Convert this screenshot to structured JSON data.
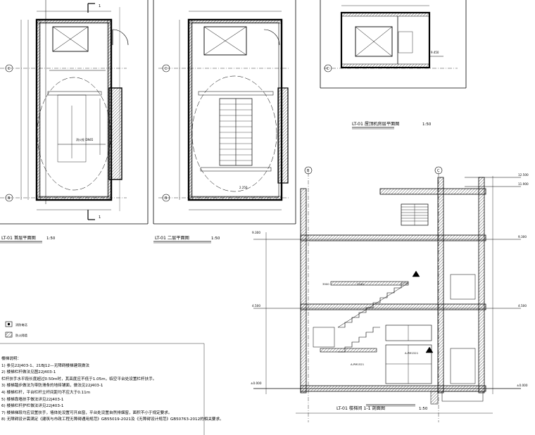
{
  "titles": {
    "plan1": "LT-01 首层平面图",
    "plan2": "LT-01 二层平面图",
    "plan3": "LT-01 屋顶机房层平面图",
    "section": "LT-01 楼梯间 1-1 剖面图",
    "scale_plan1": "1:50",
    "scale_plan2": "1:50",
    "scale_plan3": "1:50",
    "scale_section": "1:50"
  },
  "axes": {
    "c": "C",
    "b": "B",
    "section_mark": "1"
  },
  "levels": [
    "12.500",
    "11.900",
    "9.300",
    "4.500",
    "±0.000"
  ],
  "legend": [
    {
      "label": "消防电话"
    },
    {
      "label": "防火隔墙"
    }
  ],
  "notes": {
    "title": "楼梯说明：",
    "items": [
      "1) 参见22J403-1、21BJ12—无障碍楼梯建筑做法",
      "2) 楼梯栏杆做法见图22J403-1",
      "   栏杆扶手水平段长度超过0.50m时，其高度应不低于1.05m，临空平台处设置栏杆扶手。",
      "3) 楼梯踏步做法为带防滑条的地砖铺面，做法见22J403-1",
      "4) 楼梯栏杆，平台栏杆立杆间距均不应大于0.11m",
      "5) 楼梯靠墙扶手做法详见22J403-1",
      "6) 楼梯栏杆护栏做法详见22J403-1",
      "7) 楼梯梯段均应设置扶手，墙体处设置可开启窗，平台处设置自然排烟窗，面积不小于规定要求。",
      "8) 无障碍设计需满足《建筑与市政工程无障碍通用规范》GB55019-2021及《无障碍设计规范》GB50763-2012的相关要求。"
    ]
  },
  "section_labels": {
    "dim1": "3900",
    "dim2": "2100",
    "window1": "A-PM1521",
    "window2": "A-PM1521"
  },
  "plan_labels": {
    "plan1_text": "消火栓 DN65",
    "plan2_level": "2.250",
    "plan3_level": "9.450"
  }
}
